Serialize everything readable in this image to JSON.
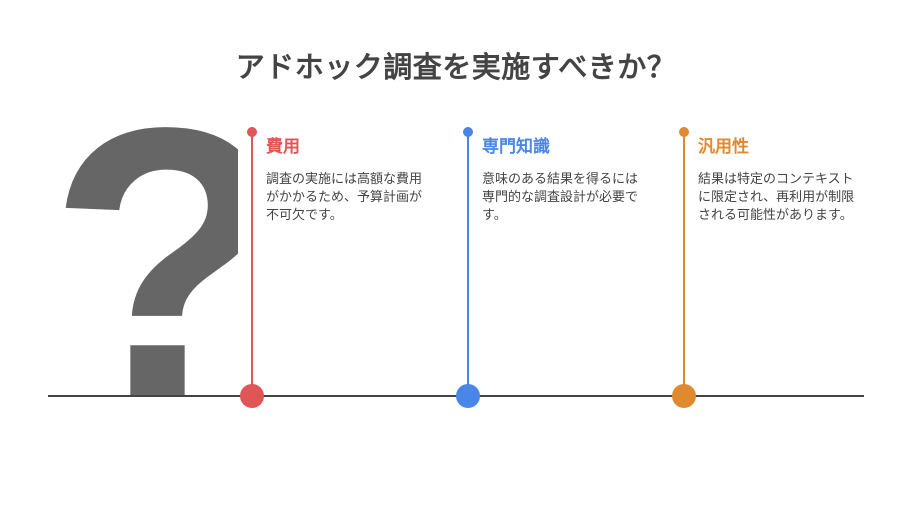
{
  "title": "アドホック調査を実施すべきか？",
  "question_mark": "?",
  "colors": {
    "red": "#e05555",
    "blue": "#4a86e8",
    "orange": "#e08a30",
    "text": "#444444",
    "question_mark": "#666666"
  },
  "items": [
    {
      "heading": "費用",
      "desc": "調査の実施には高額な費用がかかるため、予算計画が不可欠です。"
    },
    {
      "heading": "専門知識",
      "desc": "意味のある結果を得るには専門的な調査設計が必要です。"
    },
    {
      "heading": "汎用性",
      "desc": "結果は特定のコンテキストに限定され、再利用が制限される可能性があります。"
    }
  ]
}
